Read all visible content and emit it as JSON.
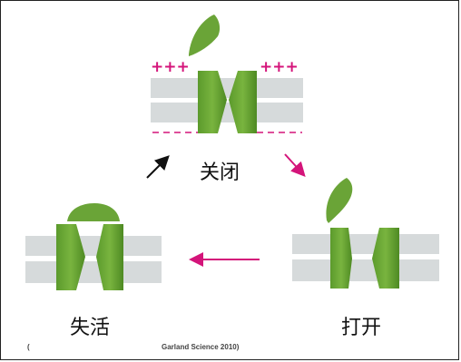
{
  "states": {
    "closed": {
      "label": "关闭"
    },
    "open": {
      "label": "打开"
    },
    "inactivated": {
      "label": "失活"
    }
  },
  "charges": {
    "positive": "+++",
    "negative": "–––––"
  },
  "credit": "Garland Science 2010)",
  "credit_prefix": "(",
  "colors": {
    "channel": "#6aa437",
    "channel_dark": "#4f8a26",
    "membrane": "#d6dadb",
    "charge": "#d4147a",
    "arrow_black": "#111111",
    "arrow_pink": "#d4147a"
  }
}
